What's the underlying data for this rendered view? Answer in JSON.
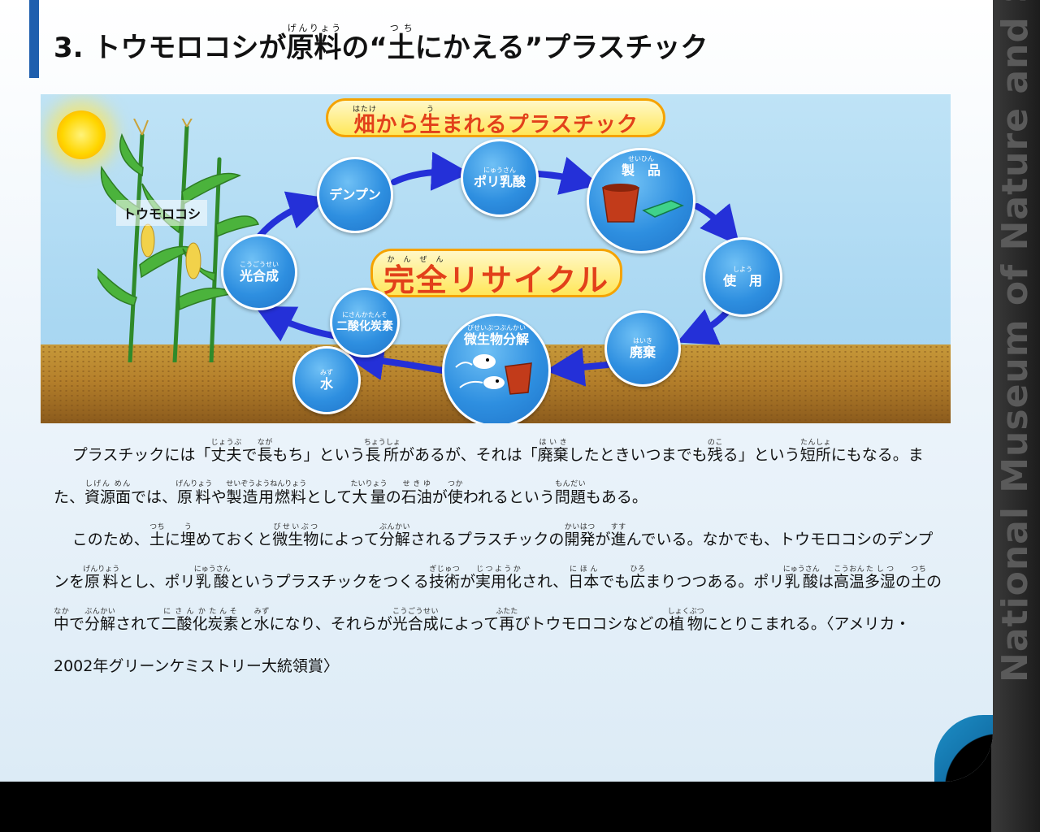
{
  "side_text": "National Museum of Nature and Science",
  "title": {
    "prefix": "3. トウモロコシが",
    "w1": "原料",
    "w1_r": "げんりょう",
    "mid": "の“",
    "w2": "土",
    "w2_r": "つち",
    "suffix": "にかえる”プラスチック"
  },
  "diagram": {
    "corn_label": "トウモロコシ",
    "banner_top": {
      "w1": "畑",
      "w1_r": "はたけ",
      "mid": "から",
      "w2": "生",
      "w2_r": "う",
      "suffix": "まれるプラスチック"
    },
    "banner_mid": {
      "w1": "完全",
      "w1_r": "かんぜん",
      "suffix": "リサイクル"
    },
    "nodes": {
      "denpun": {
        "label": "デンプン",
        "furigana": ""
      },
      "polylactic": {
        "label": "ポリ乳酸",
        "furigana": "にゅうさん"
      },
      "product": {
        "label": "製　品",
        "furigana": "せいひん"
      },
      "use": {
        "label": "使　用",
        "furigana": "しよう"
      },
      "disposal": {
        "label": "廃棄",
        "furigana": "はいき"
      },
      "microbe": {
        "label": "微生物分解",
        "furigana": "びせいぶつぶんかい"
      },
      "water": {
        "label": "水",
        "furigana": "みず"
      },
      "co2": {
        "label": "二酸化炭素",
        "furigana": "にさんかたんそ"
      },
      "photo": {
        "label": "光合成",
        "furigana": "こうごうせい"
      }
    },
    "colors": {
      "node": "#2e8fe0",
      "arrow": "#2430d8",
      "banner_text": "#e2401a",
      "banner_border": "#f5a300"
    }
  },
  "body": {
    "p1": [
      {
        "t": "プラスチックには「"
      },
      {
        "w": "丈夫",
        "r": "じょうぶ"
      },
      {
        "t": "で"
      },
      {
        "w": "長",
        "r": "なが"
      },
      {
        "t": "もち」という"
      },
      {
        "w": "長所",
        "r": "ちょうしょ"
      },
      {
        "t": "があるが、それは「"
      },
      {
        "w": "廃棄",
        "r": "はいき"
      },
      {
        "t": "したときいつまでも"
      },
      {
        "w": "残",
        "r": "のこ"
      },
      {
        "t": "る」という"
      },
      {
        "w": "短所",
        "r": "たんしょ"
      },
      {
        "t": "にもなる。また、"
      },
      {
        "w": "資源面",
        "r": "しげん めん"
      },
      {
        "t": "では、"
      },
      {
        "w": "原料",
        "r": "げんりょう"
      },
      {
        "t": "や"
      },
      {
        "w": "製造用燃料",
        "r": "せいぞうようねんりょう"
      },
      {
        "t": "として"
      },
      {
        "w": "大量",
        "r": "たいりょう"
      },
      {
        "t": "の"
      },
      {
        "w": "石油",
        "r": "せきゆ"
      },
      {
        "t": "が"
      },
      {
        "w": "使",
        "r": "つか"
      },
      {
        "t": "われるという"
      },
      {
        "w": "問題",
        "r": "もんだい"
      },
      {
        "t": "もある。"
      }
    ],
    "p2": [
      {
        "t": "このため、"
      },
      {
        "w": "土",
        "r": "つち"
      },
      {
        "t": "に"
      },
      {
        "w": "埋",
        "r": "う"
      },
      {
        "t": "めておくと"
      },
      {
        "w": "微生物",
        "r": "びせいぶつ"
      },
      {
        "t": "によって"
      },
      {
        "w": "分解",
        "r": "ぶんかい"
      },
      {
        "t": "されるプラスチックの"
      },
      {
        "w": "開発",
        "r": "かいはつ"
      },
      {
        "t": "が"
      },
      {
        "w": "進",
        "r": "すす"
      },
      {
        "t": "んでいる。なかでも、トウモロコシのデンプンを"
      },
      {
        "w": "原料",
        "r": "げんりょう"
      },
      {
        "t": "とし、ポリ"
      },
      {
        "w": "乳酸",
        "r": "にゅうさん"
      },
      {
        "t": "というプラスチックをつくる"
      },
      {
        "w": "技術",
        "r": "ぎじゅつ"
      },
      {
        "t": "が"
      },
      {
        "w": "実用化",
        "r": "じつようか"
      },
      {
        "t": "され、"
      },
      {
        "w": "日本",
        "r": "にほん"
      },
      {
        "t": "でも"
      },
      {
        "w": "広",
        "r": "ひろ"
      },
      {
        "t": "まりつつある。ポリ"
      },
      {
        "w": "乳酸",
        "r": "にゅうさん"
      },
      {
        "t": "は"
      },
      {
        "w": "高温",
        "r": "こうおん"
      },
      {
        "w": "多湿",
        "r": "たしつ"
      },
      {
        "t": "の"
      },
      {
        "w": "土",
        "r": "つち"
      },
      {
        "t": "の"
      },
      {
        "w": "中",
        "r": "なか"
      },
      {
        "t": "で"
      },
      {
        "w": "分解",
        "r": "ぶんかい"
      },
      {
        "t": "されて"
      },
      {
        "w": "二酸化",
        "r": "にさんか"
      },
      {
        "w": "炭素",
        "r": "たんそ"
      },
      {
        "t": "と"
      },
      {
        "w": "水",
        "r": "みず"
      },
      {
        "t": "になり、それらが"
      },
      {
        "w": "光合成",
        "r": "こうごうせい"
      },
      {
        "t": "によって"
      },
      {
        "w": "再",
        "r": "ふたた"
      },
      {
        "t": "びトウモロコシなどの"
      },
      {
        "w": "植物",
        "r": "しょくぶつ"
      },
      {
        "t": "にとりこまれる。〈アメリカ・2002年グリーンケミストリー大統領賞〉"
      }
    ]
  }
}
